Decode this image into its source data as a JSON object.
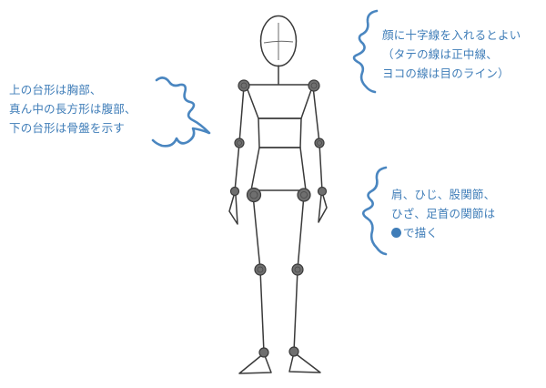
{
  "figure": {
    "description": "stick-figure-body-proportions",
    "stroke_color": "#3a3a3a",
    "joint_color": "#6f6f6f"
  },
  "annotations": {
    "accent_color": "#3f7db8",
    "face": {
      "lines": [
        "顔に十字線を入れるとよい",
        "（タテの線は正中線、",
        "ヨコの線は目のライン）"
      ]
    },
    "torso": {
      "lines": [
        "上の台形は胸部、",
        "真ん中の長方形は腹部、",
        "下の台形は骨盤を示す"
      ]
    },
    "joints": {
      "lines": [
        "肩、ひじ、股関節、",
        "ひざ、足首の関節は"
      ],
      "last_line_icon": "filled-circle-icon",
      "last_line_text": "で描く"
    }
  }
}
